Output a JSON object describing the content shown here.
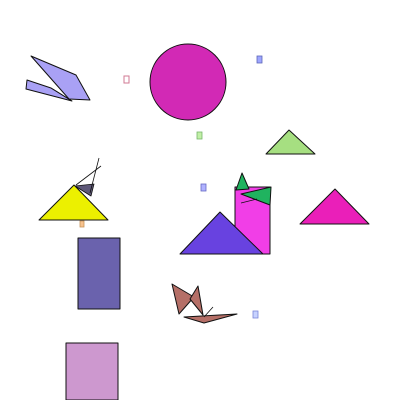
{
  "scene": {
    "background": "#ffffff",
    "shapes": [
      {
        "name": "blue-bird-shape",
        "type": "polygon-group",
        "color": "#a9a1f5",
        "stroke": "#111111"
      },
      {
        "name": "magenta-circle",
        "type": "circle",
        "color": "#d229b5",
        "stroke": "#111111"
      },
      {
        "name": "green-triangle",
        "type": "triangle",
        "color": "#a6df81",
        "stroke": "#111111"
      },
      {
        "name": "yellow-triangle",
        "type": "triangle",
        "color": "#ecf000",
        "stroke": "#111111"
      },
      {
        "name": "slate-rectangle",
        "type": "rectangle",
        "color": "#6a62ad",
        "stroke": "#111111"
      },
      {
        "name": "blue-triangle",
        "type": "triangle",
        "color": "#6842e0",
        "stroke": "#111111"
      },
      {
        "name": "pink-rectangle",
        "type": "rectangle",
        "color": "#f13ee7",
        "stroke": "#111111"
      },
      {
        "name": "green-bow-shape",
        "type": "polygon-group",
        "color": "#20b35f",
        "stroke": "#111111"
      },
      {
        "name": "magenta-triangle",
        "type": "triangle",
        "color": "#ea1fb9",
        "stroke": "#111111"
      },
      {
        "name": "brown-bird-shape",
        "type": "polygon-group",
        "color": "#b56f67",
        "stroke": "#111111"
      },
      {
        "name": "lavender-rectangle",
        "type": "rectangle",
        "color": "#cd98cf",
        "stroke": "#111111"
      },
      {
        "name": "small-pink-mark",
        "type": "small-rectangle",
        "color": "#f3a2bd"
      },
      {
        "name": "small-blue-mark-top",
        "type": "small-rectangle",
        "color": "#9ea6ff"
      },
      {
        "name": "small-green-mark",
        "type": "small-rectangle",
        "color": "#c1f0a7"
      },
      {
        "name": "small-blue-mark-middle",
        "type": "small-rectangle",
        "color": "#b0b2ff"
      },
      {
        "name": "small-orange-mark",
        "type": "small-rectangle",
        "color": "#f8c28e"
      },
      {
        "name": "small-blue-mark-bottom",
        "type": "small-rectangle",
        "color": "#c7d2ff"
      }
    ]
  }
}
